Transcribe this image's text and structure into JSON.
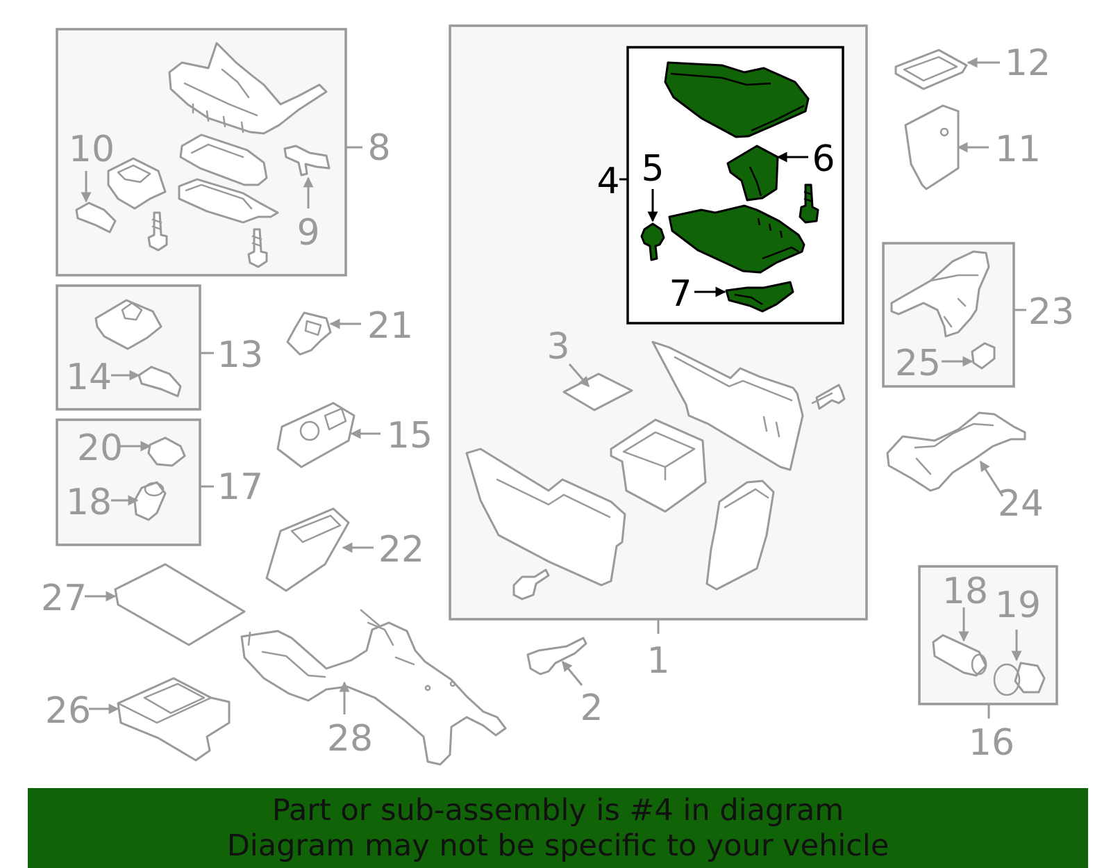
{
  "colors": {
    "highlight_fill": "#116308",
    "banner_bg": "#116308",
    "part_stroke": "#9a9a9a",
    "box_fill": "#f7f7f7",
    "box_stroke": "#999999",
    "highlight_stroke": "#000000"
  },
  "callouts": {
    "c1": "1",
    "c2": "2",
    "c3": "3",
    "c4": "4",
    "c5": "5",
    "c6": "6",
    "c7": "7",
    "c8": "8",
    "c9": "9",
    "c10": "10",
    "c11": "11",
    "c12": "12",
    "c13": "13",
    "c14": "14",
    "c15": "15",
    "c16": "16",
    "c17": "17",
    "c18a": "18",
    "c18b": "18",
    "c19": "19",
    "c20": "20",
    "c21": "21",
    "c22": "22",
    "c23": "23",
    "c24": "24",
    "c25": "25",
    "c26": "26",
    "c27": "27",
    "c28": "28"
  },
  "banner": {
    "line1": "Part or sub-assembly is #4 in diagram",
    "line2": "Diagram may not be specific to your vehicle"
  }
}
